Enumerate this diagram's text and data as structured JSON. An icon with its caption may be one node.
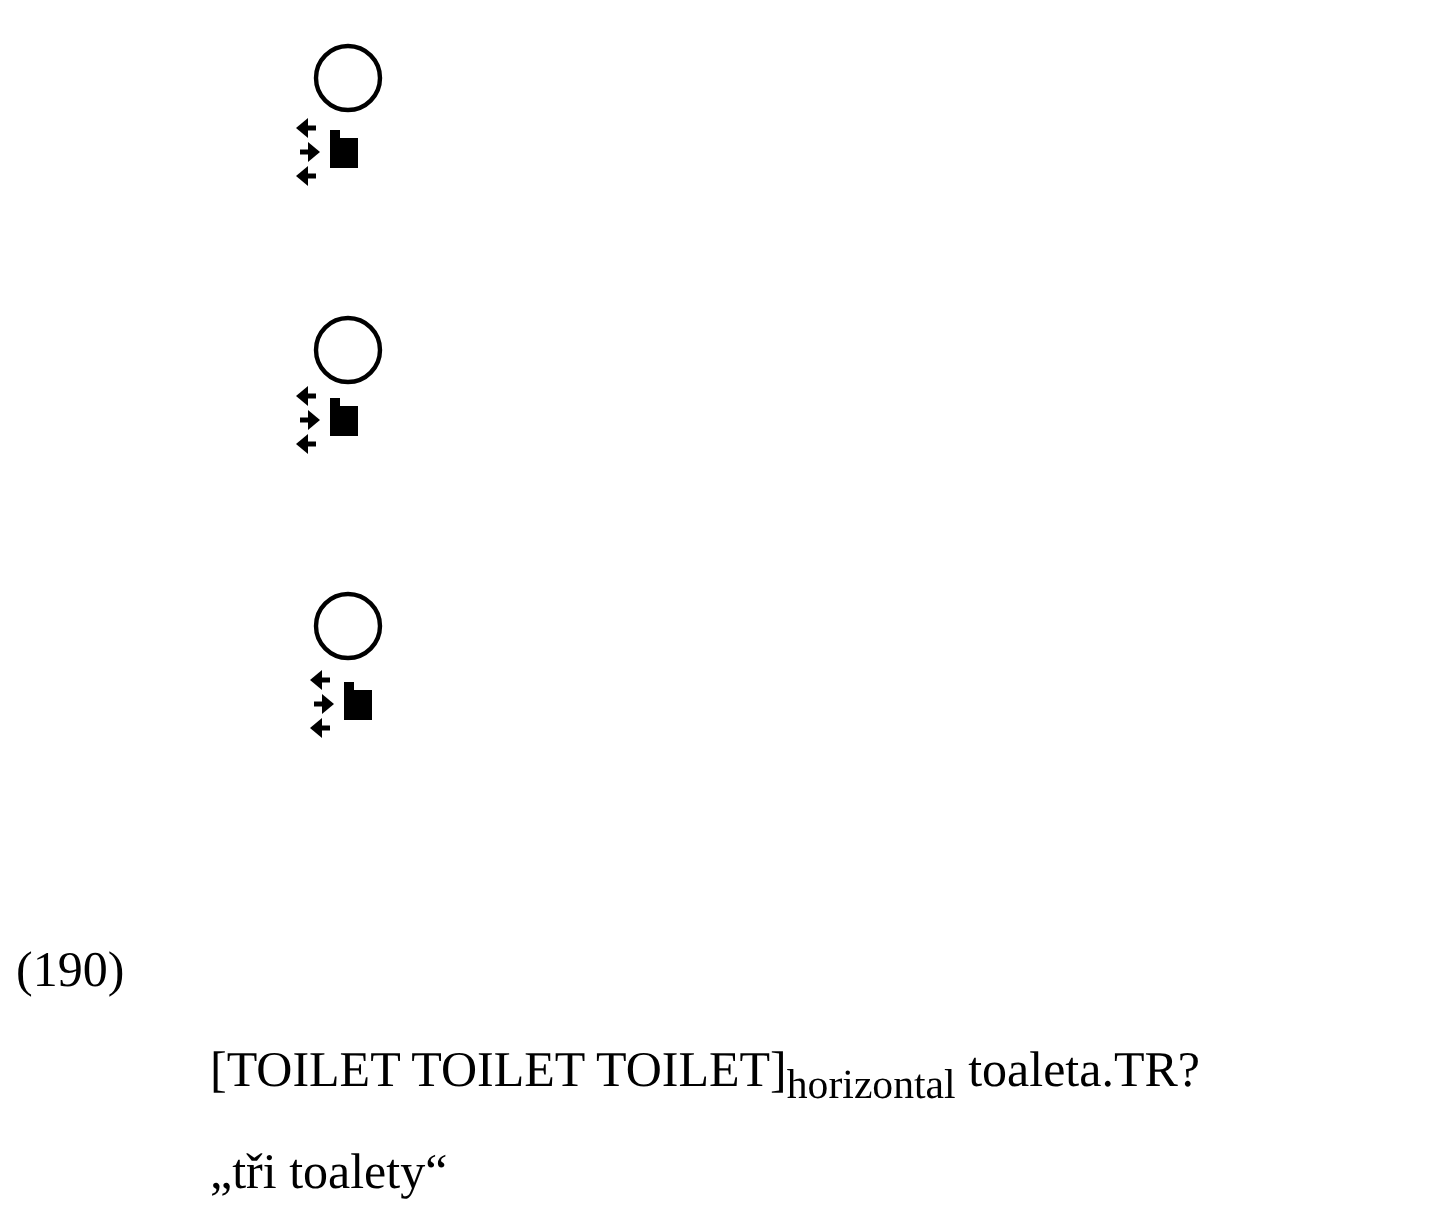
{
  "diagram": {
    "labels": [
      "(190)",
      "[TOILET TOILET TOILET]$_{horizontal}$ toaleta.TR?",
      "„tři toalety“"
    ]
  }
}
